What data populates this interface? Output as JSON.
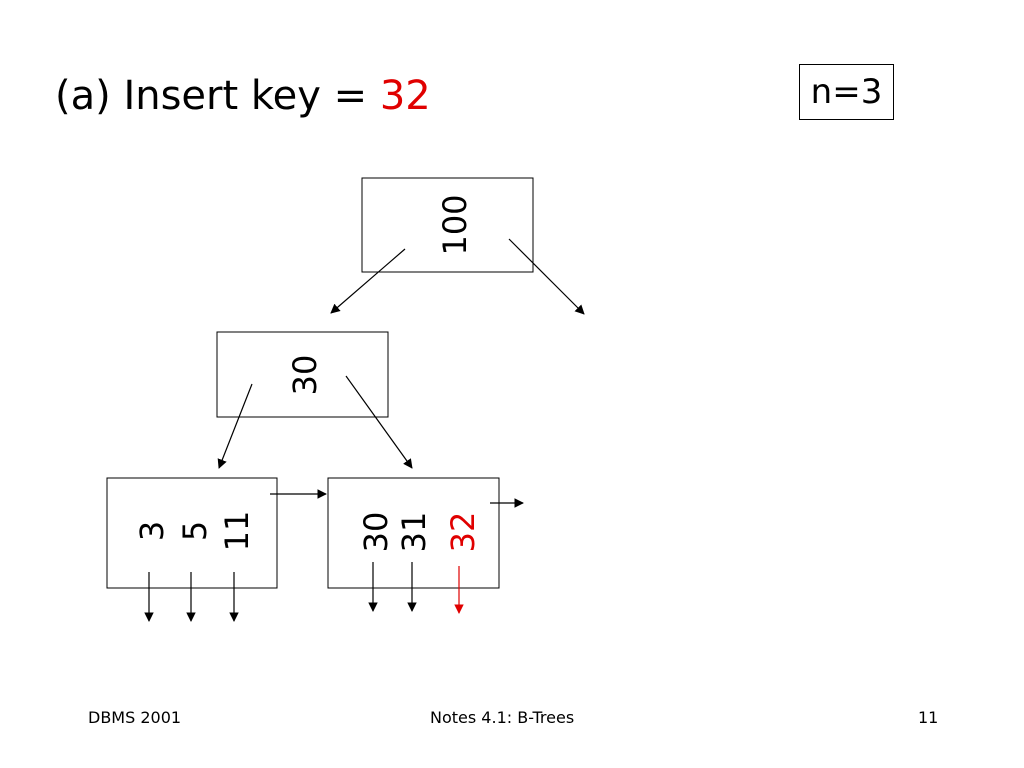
{
  "title": {
    "prefix": "(a) Insert key = ",
    "key": "32"
  },
  "param": "n=3",
  "tree": {
    "root": {
      "keys": [
        "100"
      ]
    },
    "internal": {
      "keys": [
        "30"
      ]
    },
    "leaf_left": {
      "keys": [
        "3",
        "5",
        "11"
      ]
    },
    "leaf_right": {
      "keys": [
        "30",
        "31",
        "32"
      ],
      "highlight_key": "32"
    }
  },
  "colors": {
    "highlight": "#e00000",
    "line": "#000000"
  },
  "footer": {
    "left": "DBMS 2001",
    "center": "Notes 4.1: B-Trees",
    "right": "11"
  }
}
